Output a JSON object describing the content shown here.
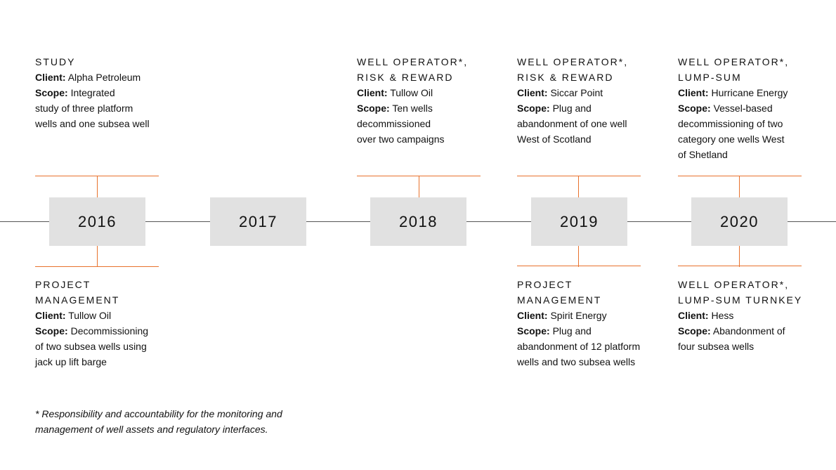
{
  "colors": {
    "accent": "#e8722d",
    "year_box_bg": "#e1e1e1",
    "line": "#555555"
  },
  "years": [
    "2016",
    "2017",
    "2018",
    "2019",
    "2020"
  ],
  "events_top": [
    {
      "title": "STUDY",
      "client_label": "Client:",
      "client": "Alpha Petroleum",
      "scope_label": "Scope:",
      "scope": "Integrated\nstudy of three platform\nwells and one subsea well"
    },
    {
      "title": "WELL OPERATOR*,\nRISK & REWARD",
      "client_label": "Client:",
      "client": "Tullow Oil",
      "scope_label": "Scope:",
      "scope": "Ten wells\ndecommissioned\nover two campaigns"
    },
    {
      "title": "WELL OPERATOR*,\nRISK & REWARD",
      "client_label": "Client:",
      "client": "Siccar Point",
      "scope_label": "Scope:",
      "scope": "Plug and\nabandonment of one well\nWest of Scotland"
    },
    {
      "title": "WELL OPERATOR*,\nLUMP-SUM",
      "client_label": "Client:",
      "client": "Hurricane Energy",
      "scope_label": "Scope:",
      "scope": "Vessel-based\ndecommissioning of two\ncategory one wells West\nof Shetland"
    }
  ],
  "events_bottom": [
    {
      "title": "PROJECT\nMANAGEMENT",
      "client_label": "Client:",
      "client": "Tullow Oil",
      "scope_label": "Scope:",
      "scope": "Decommissioning\nof two subsea wells using\njack up lift barge"
    },
    {
      "title": "PROJECT\nMANAGEMENT",
      "client_label": "Client:",
      "client": "Spirit Energy",
      "scope_label": "Scope:",
      "scope": "Plug and\nabandonment of 12 platform\nwells and two subsea wells"
    },
    {
      "title": "WELL OPERATOR*,\nLUMP-SUM TURNKEY",
      "client_label": "Client:",
      "client": "Hess",
      "scope_label": "Scope:",
      "scope": "Abandonment of\nfour subsea wells"
    }
  ],
  "footnote": "* Responsibility and accountability for the monitoring and\n   management of well assets and regulatory interfaces."
}
